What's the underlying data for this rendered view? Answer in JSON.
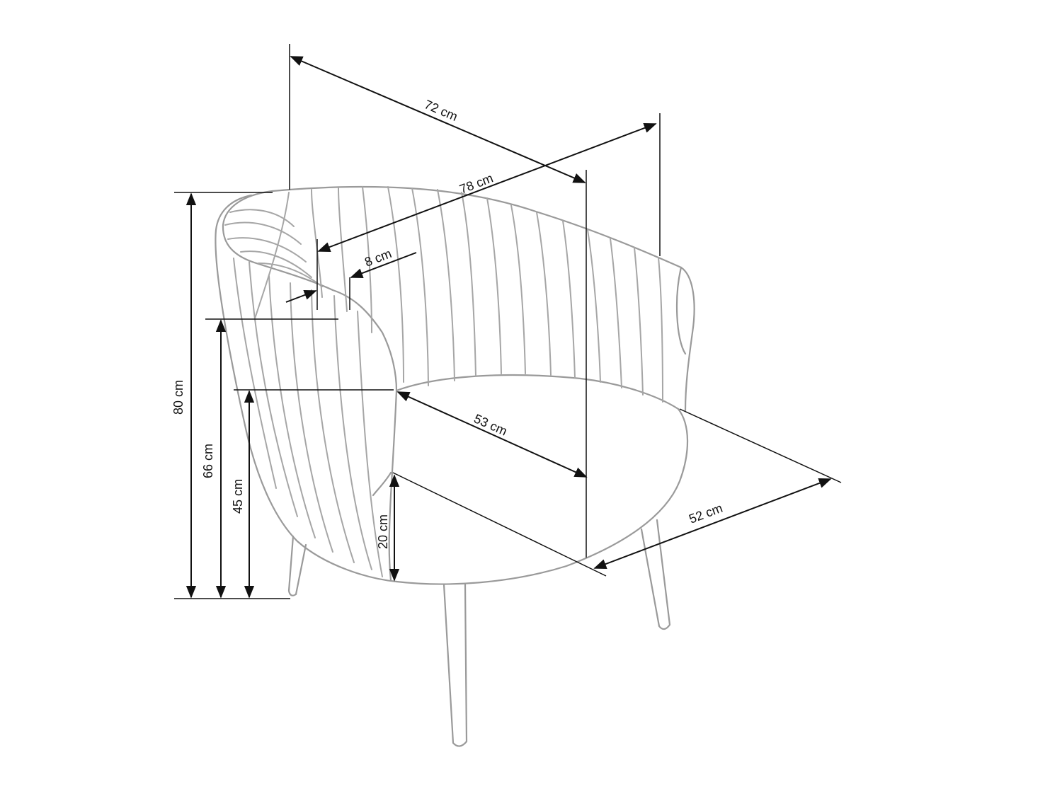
{
  "dimensions": {
    "overall_width": "72 cm",
    "depth": "78 cm",
    "armrest_width": "8 cm",
    "seat_width": "53 cm",
    "seat_depth": "52 cm",
    "total_height": "80 cm",
    "armrest_height": "66 cm",
    "seat_height": "45 cm",
    "leg_height": "20 cm"
  },
  "colors": {
    "chair_outline": "#9a9a9a",
    "dimension_line": "#111111",
    "background": "#ffffff"
  }
}
